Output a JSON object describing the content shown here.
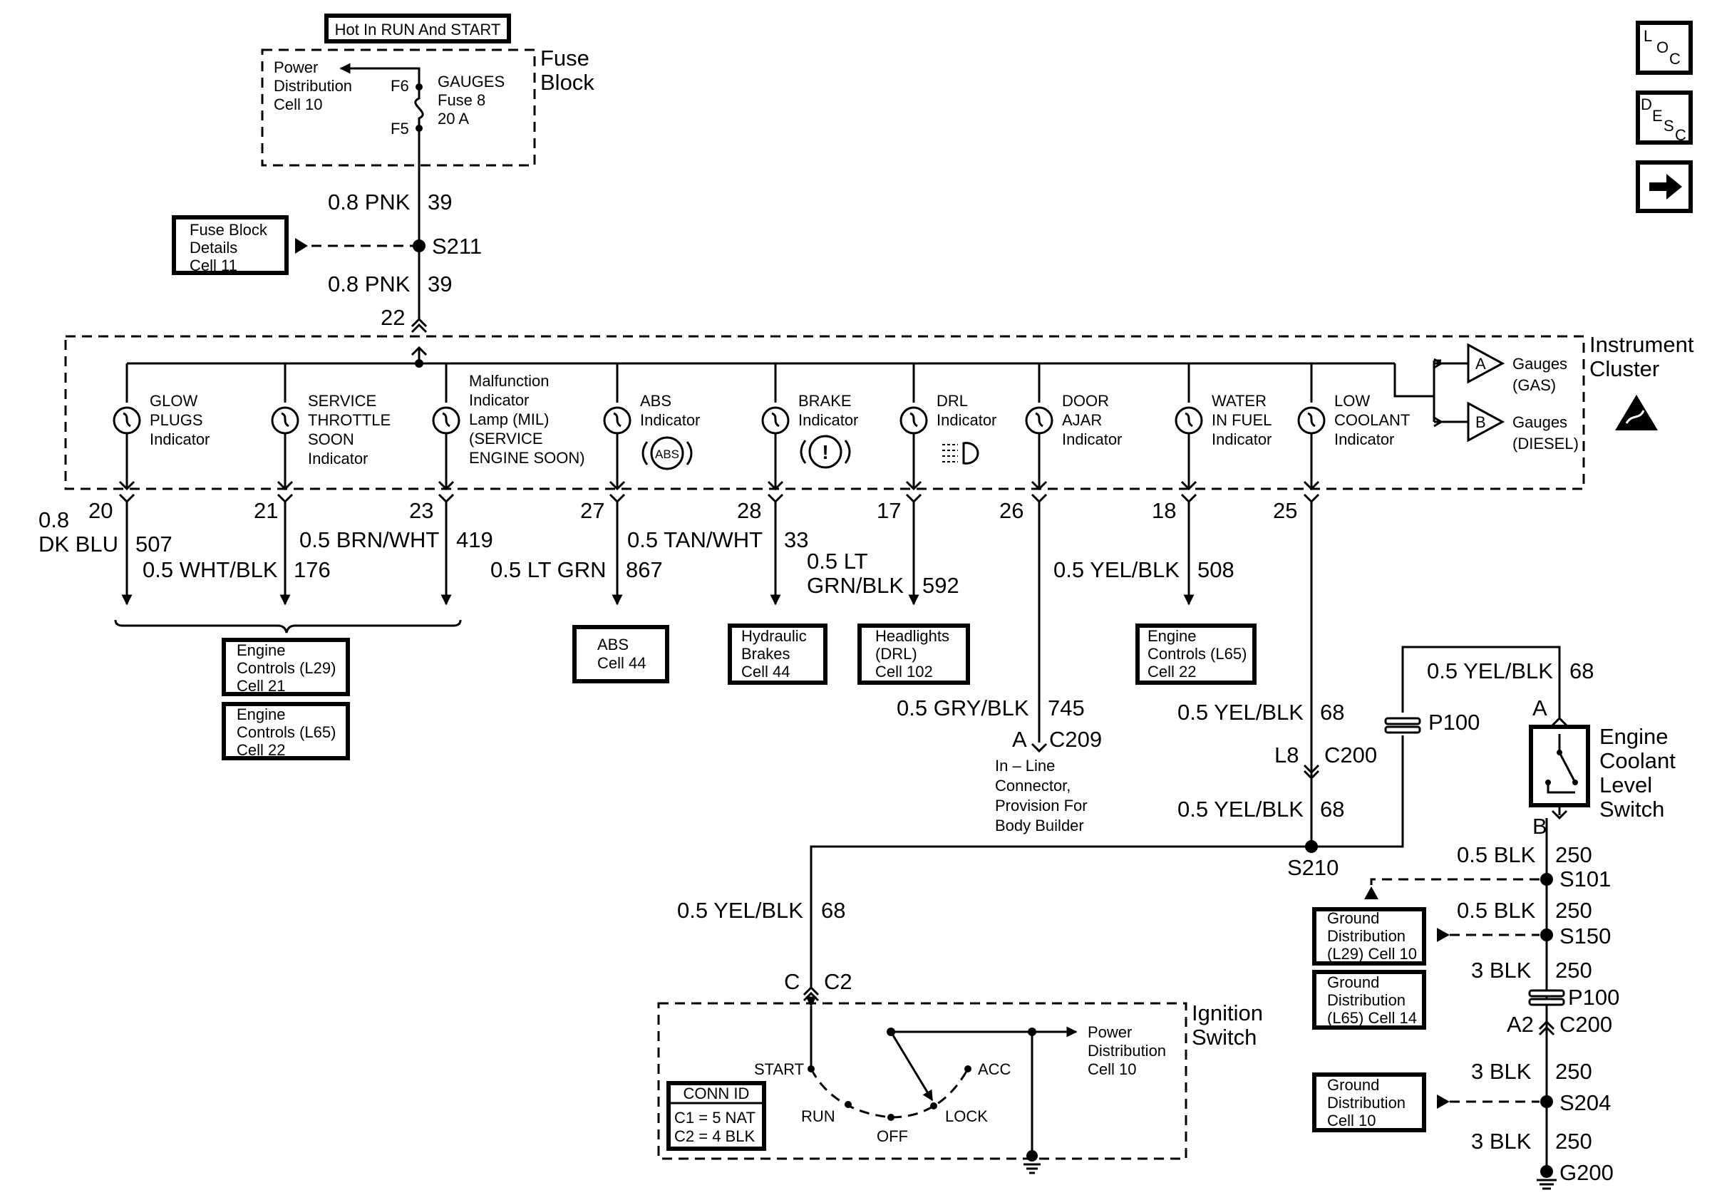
{
  "fuse_block": {
    "hot_label": "Hot In RUN And START",
    "power_dist": [
      "Power",
      "Distribution",
      "Cell 10"
    ],
    "fuse_name": [
      "GAUGES",
      "Fuse 8",
      "20 A"
    ],
    "f6": "F6",
    "f5": "F5",
    "title": [
      "Fuse",
      "Block"
    ]
  },
  "top_wires": {
    "wire1": "0.8 PNK",
    "circuit1": "39",
    "splice": "S211",
    "wire2": "0.8 PNK",
    "circuit2": "39",
    "pin": "22"
  },
  "fuse_details_box": [
    "Fuse Block",
    "Details",
    "Cell 11"
  ],
  "side_icons": {
    "loc": [
      "L",
      "O",
      "C"
    ],
    "desc": [
      "D",
      "E",
      "S",
      "C"
    ],
    "next": "→"
  },
  "cluster": {
    "title": [
      "Instrument",
      "Cluster"
    ],
    "gauge_a": {
      "letter": "A",
      "label": [
        "Gauges",
        "(GAS)"
      ]
    },
    "gauge_b": {
      "letter": "B",
      "label": [
        "Gauges",
        "(DIESEL)"
      ]
    }
  },
  "indicators": [
    {
      "label": [
        "GLOW",
        "PLUGS",
        "Indicator"
      ],
      "pin": "20",
      "wire": [
        "0.8",
        "DK BLU"
      ],
      "circuit": "507"
    },
    {
      "label": [
        "SERVICE",
        "THROTTLE",
        "SOON",
        "Indicator"
      ],
      "pin": "21",
      "wire": [
        "0.5 WHT/BLK"
      ],
      "circuit": "176"
    },
    {
      "label": [
        "Malfunction",
        "Indicator",
        "Lamp (MIL)",
        "(SERVICE",
        "ENGINE SOON)"
      ],
      "pin": "23",
      "wire": [
        "0.5 BRN/WHT"
      ],
      "circuit": "419"
    },
    {
      "label": [
        "ABS",
        "Indicator"
      ],
      "symbol": "ABS",
      "pin": "27",
      "wire": [
        "0.5 LT GRN"
      ],
      "circuit": "867"
    },
    {
      "label": [
        "BRAKE",
        "Indicator"
      ],
      "symbol": "!",
      "pin": "28",
      "wire": [
        "0.5 TAN/WHT"
      ],
      "circuit": "33"
    },
    {
      "label": [
        "DRL",
        "Indicator"
      ],
      "pin": "17",
      "wire": [
        "0.5 LT",
        "GRN/BLK"
      ],
      "circuit": "592"
    },
    {
      "label": [
        "DOOR",
        "AJAR",
        "Indicator"
      ],
      "pin": "26",
      "wire": [
        "0.5 GRY/BLK"
      ],
      "circuit": "745"
    },
    {
      "label": [
        "WATER",
        "IN FUEL",
        "Indicator"
      ],
      "pin": "18",
      "wire": [
        "0.5 YEL/BLK"
      ],
      "circuit": "508"
    },
    {
      "label": [
        "LOW",
        "COOLANT",
        "Indicator"
      ],
      "pin": "25",
      "wire": [
        "0.5 YEL/BLK"
      ],
      "circuit": "68"
    }
  ],
  "ref_boxes": {
    "engine_l29": [
      "Engine",
      "Controls (L29)",
      "Cell 21"
    ],
    "engine_l65": [
      "Engine",
      "Controls (L65)",
      "Cell 22"
    ],
    "abs": [
      "ABS",
      "Cell 44"
    ],
    "hydraulic": [
      "Hydraulic",
      "Brakes",
      "Cell 44"
    ],
    "headlights": [
      "Headlights",
      "(DRL)",
      "Cell 102"
    ],
    "engine_l65b": [
      "Engine",
      "Controls (L65)",
      "Cell 22"
    ],
    "ground_l29": [
      "Ground",
      "Distribution",
      "(L29) Cell 10"
    ],
    "ground_l65": [
      "Ground",
      "Distribution",
      "(L65) Cell 14"
    ],
    "ground_c10": [
      "Ground",
      "Distribution",
      "Cell 10"
    ]
  },
  "door_connector": {
    "pin": "A",
    "connector": "C209",
    "note": [
      "In – Line",
      "Connector,",
      "Provision For",
      "Body Builder"
    ]
  },
  "coolant_path": {
    "wire_a": "0.5 YEL/BLK",
    "circuit_a": "68",
    "pin_l8": "L8",
    "connector_c200": "C200",
    "wire_b": "0.5 YEL/BLK",
    "circuit_b": "68",
    "splice_s210": "S210",
    "p100": "P100",
    "wire_top": "0.5 YEL/BLK",
    "circuit_top": "68",
    "wire_ign": "0.5 YEL/BLK",
    "circuit_ign": "68"
  },
  "switch": {
    "title": [
      "Engine",
      "Coolant",
      "Level",
      "Switch"
    ],
    "pin_a": "A",
    "pin_b": "B"
  },
  "ground_path": {
    "w1": "0.5 BLK",
    "c1": "250",
    "s101": "S101",
    "w2": "0.5 BLK",
    "c2": "250",
    "s150": "S150",
    "w3": "3 BLK",
    "c3": "250",
    "p100": "P100",
    "a2": "A2",
    "c200": "C200",
    "w4": "3 BLK",
    "c4": "250",
    "s204": "S204",
    "w5": "3 BLK",
    "c5": "250",
    "g200": "G200"
  },
  "ignition": {
    "pin_c": "C",
    "connector": "C2",
    "title": [
      "Ignition",
      "Switch"
    ],
    "power_dist": [
      "Power",
      "Distribution",
      "Cell 10"
    ],
    "positions": {
      "start": "START",
      "run": "RUN",
      "off": "OFF",
      "lock": "LOCK",
      "acc": "ACC"
    },
    "conn_id": [
      "CONN ID",
      "C1 = 5 NAT",
      "C2 = 4 BLK"
    ]
  }
}
